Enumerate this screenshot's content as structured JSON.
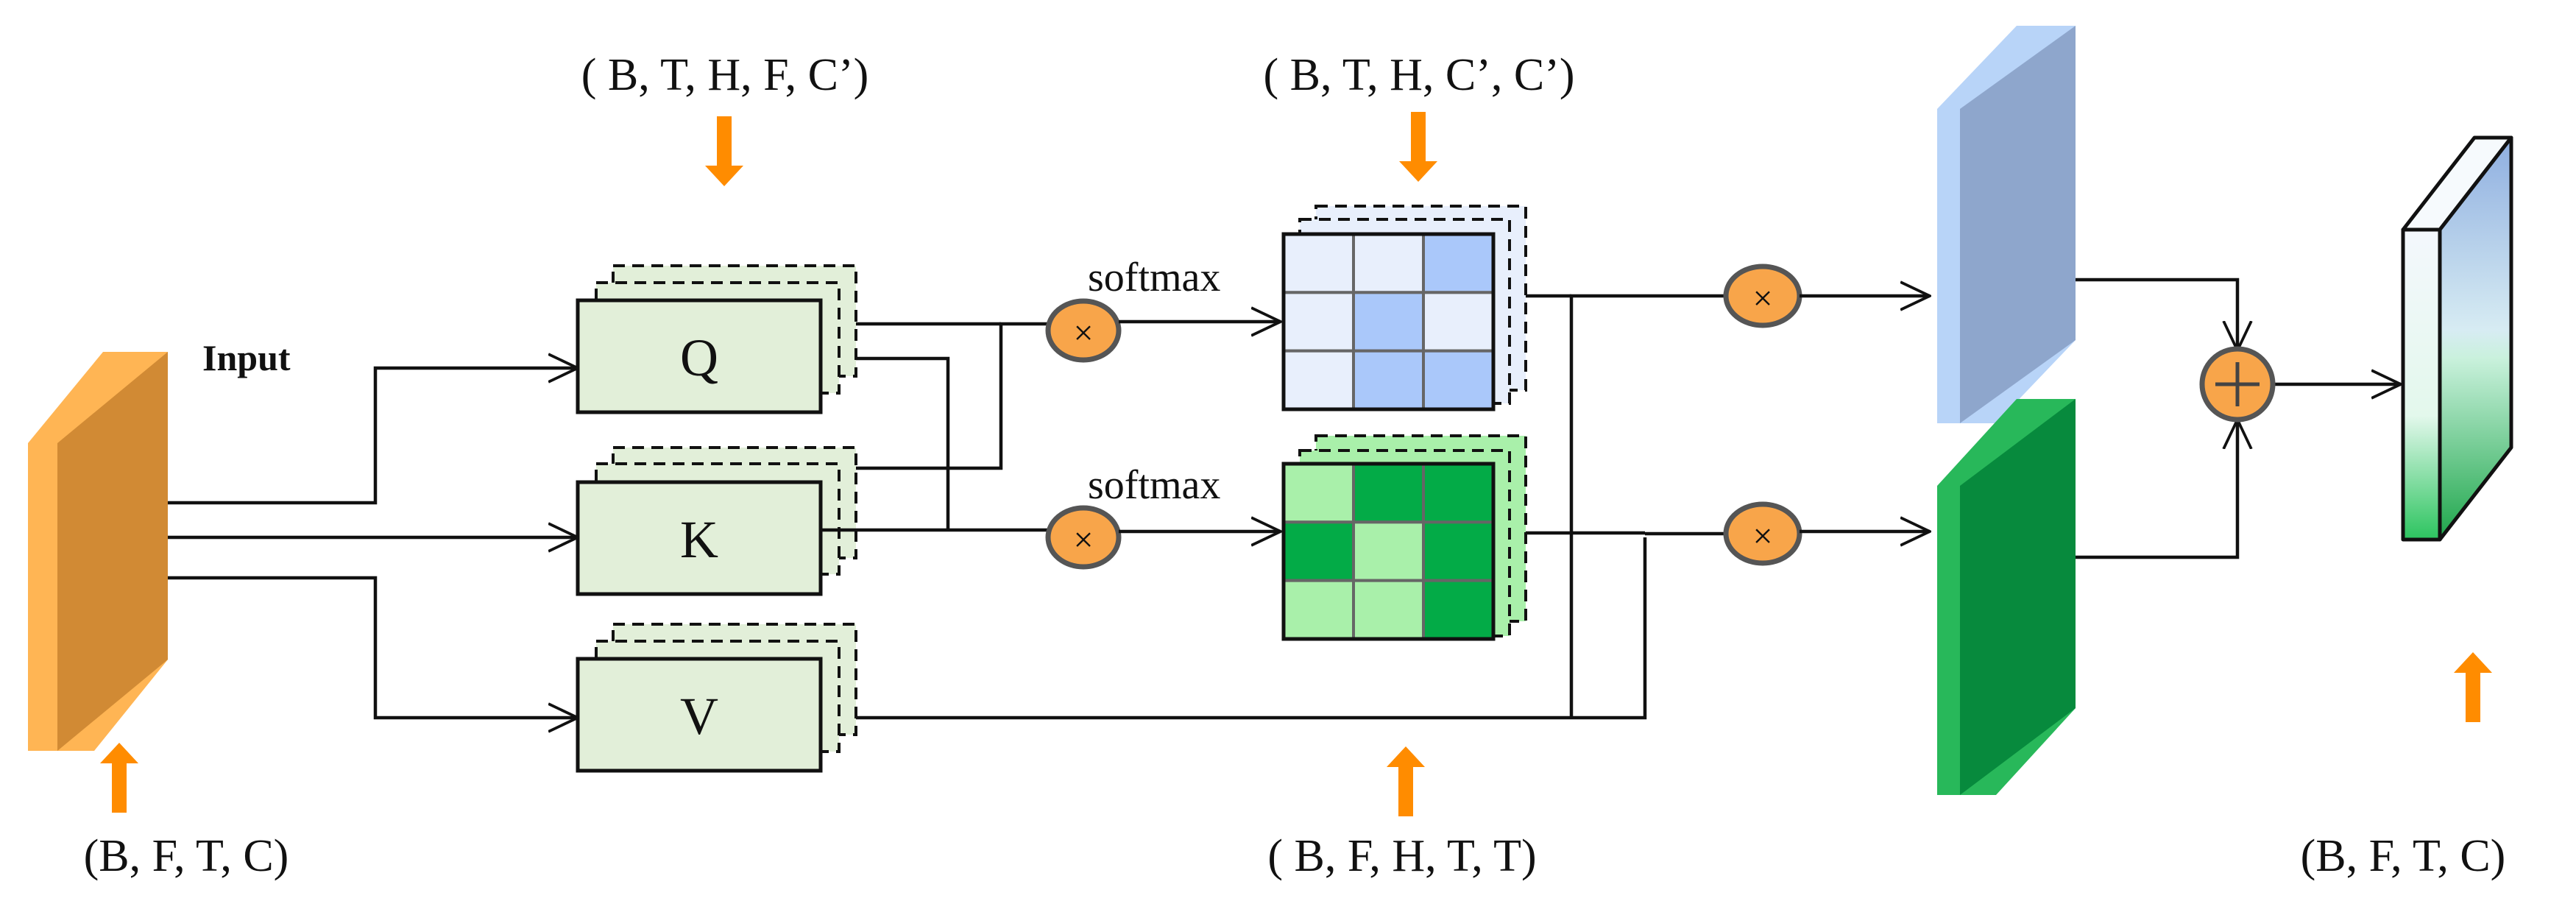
{
  "labels": {
    "input": "Input",
    "q": "Q",
    "k": "K",
    "v": "V",
    "softmax_top": "softmax",
    "softmax_bottom": "softmax",
    "dim_qkv": "( B, T, H, F, C’)",
    "dim_attn": "( B, T, H, C’, C’)",
    "dim_input": "(B, F, T, C)",
    "dim_mid": "( B, F, H, T, T)",
    "dim_output": "(B, F, T, C)"
  },
  "operators": {
    "multiply": "×",
    "add": "+"
  },
  "colors": {
    "input_front": "#d18a34",
    "input_side": "#ffb554",
    "qkv_fill": "#e2efd9",
    "arrow_orange": "#ff8c00",
    "op_fill": "#f8a54a",
    "op_stroke": "#555555",
    "grid_blue_light": "#e8effc",
    "grid_blue_dark": "#aac8fa",
    "grid_green_light": "#a9f0aa",
    "grid_green_dark": "#03ab47",
    "blue_front": "#8ea6cc",
    "blue_side": "#b8d4f8",
    "green_front": "#078a3d",
    "green_side": "#28b85a"
  },
  "attention_grids": {
    "top": [
      [
        0,
        0,
        1
      ],
      [
        0,
        1,
        0
      ],
      [
        0,
        1,
        1
      ]
    ],
    "bottom": [
      [
        0,
        1,
        1
      ],
      [
        1,
        0,
        1
      ],
      [
        0,
        0,
        1
      ]
    ]
  }
}
